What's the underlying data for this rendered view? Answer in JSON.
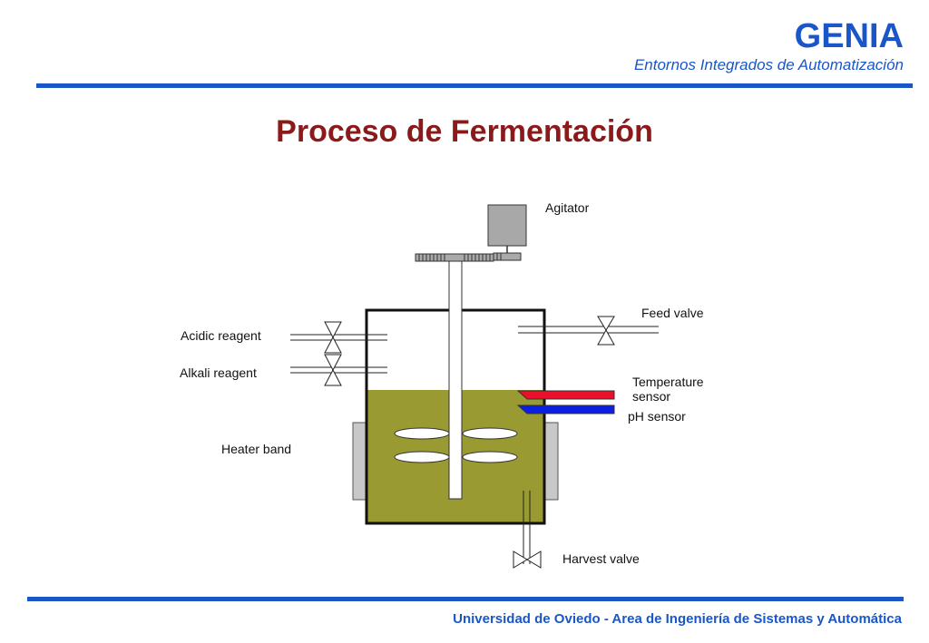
{
  "header": {
    "brand": "GENIA",
    "subtitle": "Entornos Integrados de Automatización",
    "accent_color": "#1a56c8"
  },
  "title": "Proceso de Fermentación",
  "title_color": "#8b1a1a",
  "diagram": {
    "labels": {
      "agitator": "Agitator",
      "feed_valve": "Feed valve",
      "acidic_reagent": "Acidic reagent",
      "alkali_reagent": "Alkali reagent",
      "temperature_sensor_line1": "Temperature",
      "temperature_sensor_line2": "sensor",
      "ph_sensor": "pH sensor",
      "heater_band": "Heater band",
      "harvest_valve": "Harvest valve"
    },
    "colors": {
      "liquid": "#9a9a33",
      "motor": "#a8a8a8",
      "heater": "#c8c8c8",
      "temperature_sensor": "#e8102a",
      "ph_sensor": "#0a1fe0"
    }
  },
  "footer": {
    "text": "Universidad de Oviedo - Area de Ingeniería de Sistemas y Automática"
  }
}
